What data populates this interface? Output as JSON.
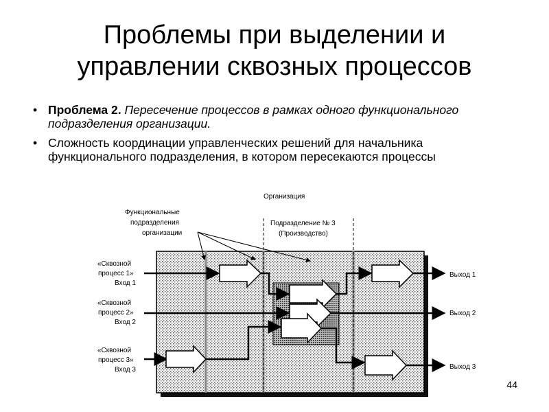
{
  "slide": {
    "title_line1": "Проблемы при выделении и",
    "title_line2": "управлении сквозных процессов",
    "bullets": [
      {
        "bold": "Проблема 2.",
        "text": " Пересечение процессов в рамках одного функционального подразделения организации."
      },
      {
        "text": "Сложность координации управленческих решений для начальника функционального подразделения, в котором пересекаются процессы"
      }
    ],
    "page_number": "44"
  },
  "diagram": {
    "org_label": "Организация",
    "func_label_1": "Функциональные",
    "func_label_2": "подразделения",
    "func_label_3": "организации",
    "dept_label_1": "Подразделение № 3",
    "dept_label_2": "(Производство)",
    "inputs": [
      {
        "line1": "«Сквозной",
        "line2": "процесс 1»",
        "line3": "Вход 1"
      },
      {
        "line1": "«Сквозной",
        "line2": "процесс 2»",
        "line3": "Вход 2"
      },
      {
        "line1": "«Сквозной",
        "line2": "процесс 3»",
        "line3": "Вход 3"
      }
    ],
    "outputs": [
      "Выход 1",
      "Выход 2",
      "Выход 3"
    ]
  }
}
